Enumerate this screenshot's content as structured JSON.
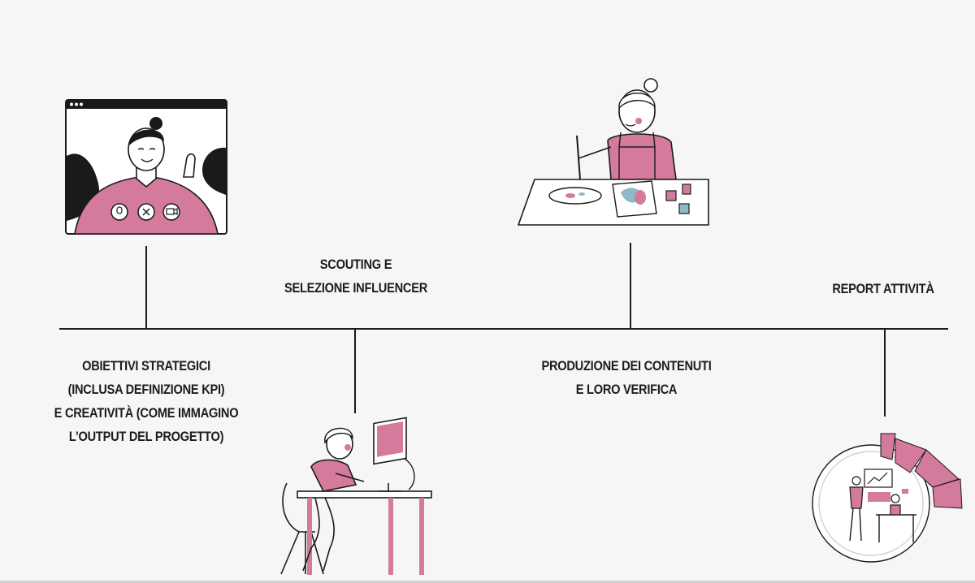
{
  "colors": {
    "background": "#f6f6f6",
    "line": "#1a1a1a",
    "accent_pink": "#d47a9c",
    "accent_blue": "#8fb9c9",
    "ink": "#1c1c1c"
  },
  "steps": [
    {
      "id": "obiettivi",
      "lines": [
        "OBIETTIVI STRATEGICI",
        "(INCLUSA DEFINIZIONE KPI)",
        "E CREATIVITÀ (COME IMMAGINO",
        "L’OUTPUT DEL PROGETTO)"
      ],
      "illustration": "video-call-icon"
    },
    {
      "id": "scouting",
      "lines": [
        "SCOUTING E",
        "SELEZIONE INFLUENCER"
      ],
      "illustration": "woman-at-computer-icon"
    },
    {
      "id": "produzione",
      "lines": [
        "PRODUZIONE DEI CONTENUTI",
        "E LORO VERIFICA"
      ],
      "illustration": "woman-painting-icon"
    },
    {
      "id": "report",
      "lines": [
        "REPORT ATTIVITÀ"
      ],
      "illustration": "report-chart-icon"
    }
  ]
}
